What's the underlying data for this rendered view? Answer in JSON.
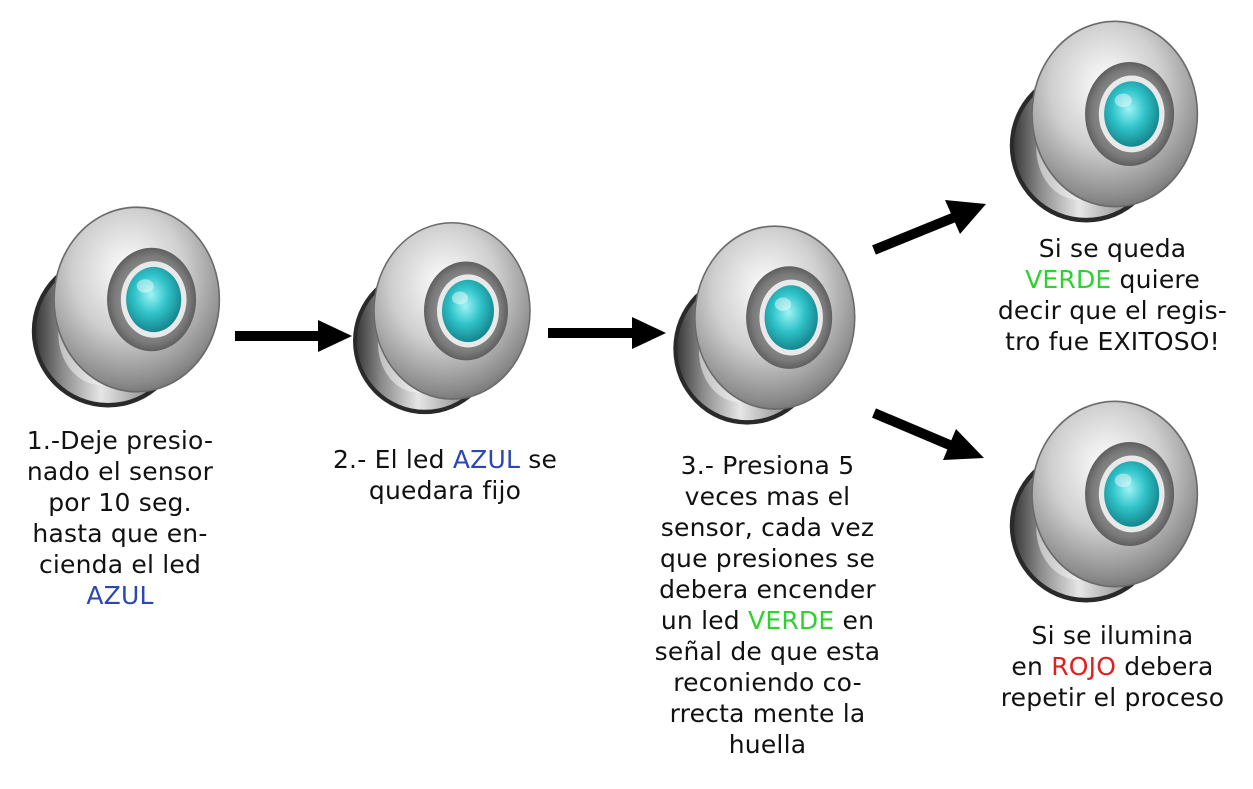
{
  "colors": {
    "blue": "#2a47b5",
    "green": "#2ed12e",
    "red": "#e41e1e",
    "led": "#2fc3c9",
    "text": "#111111"
  },
  "icons": [
    "fingerprint-sensor-icon",
    "arrow-right-icon"
  ],
  "step1": {
    "l1": "1.-Deje presio-",
    "l2": "nado el sensor",
    "l3": "por 10 seg.",
    "l4": "hasta que en-",
    "l5": "cienda el led",
    "l6": "AZUL"
  },
  "step2": {
    "l1a": "2.- El led ",
    "l1b": "AZUL",
    "l1c": " se",
    "l2": "quedara fijo"
  },
  "step3": {
    "l1": "3.- Presiona 5",
    "l2": "veces mas el",
    "l3": "sensor, cada vez",
    "l4": "que presiones se",
    "l5": "debera encender",
    "l6a": "un led ",
    "l6b": "VERDE",
    "l6c": " en",
    "l7": "señal de que esta",
    "l8": "reconiendo co-",
    "l9": "rrecta mente la",
    "l10": "huella"
  },
  "success": {
    "l1": "Si se queda",
    "l2a": "VERDE",
    "l2b": " quiere",
    "l3": "decir que el regis-",
    "l4": "tro fue EXITOSO!"
  },
  "failure": {
    "l1": "Si se ilumina",
    "l2a": "en ",
    "l2b": "ROJO",
    "l2c": " debera",
    "l3": "repetir el proceso"
  }
}
